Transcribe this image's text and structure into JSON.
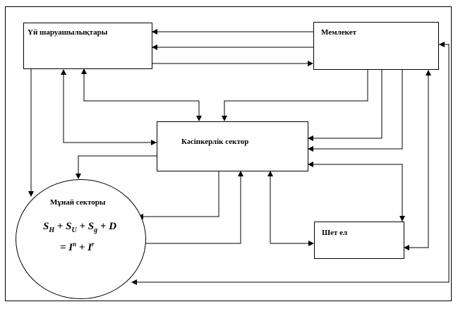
{
  "nodes": {
    "households": {
      "label": "Үй шаруашылықтары"
    },
    "state": {
      "label": "Мемлекет"
    },
    "business": {
      "label": "Кәсіпкерлік сектор"
    },
    "financial": {
      "label": "Мұнай секторы"
    },
    "foreign": {
      "label": "Шет ел"
    }
  },
  "formula": {
    "line1": "S_H + S_U + S_g + D",
    "line2": "= I^n + I^r"
  }
}
